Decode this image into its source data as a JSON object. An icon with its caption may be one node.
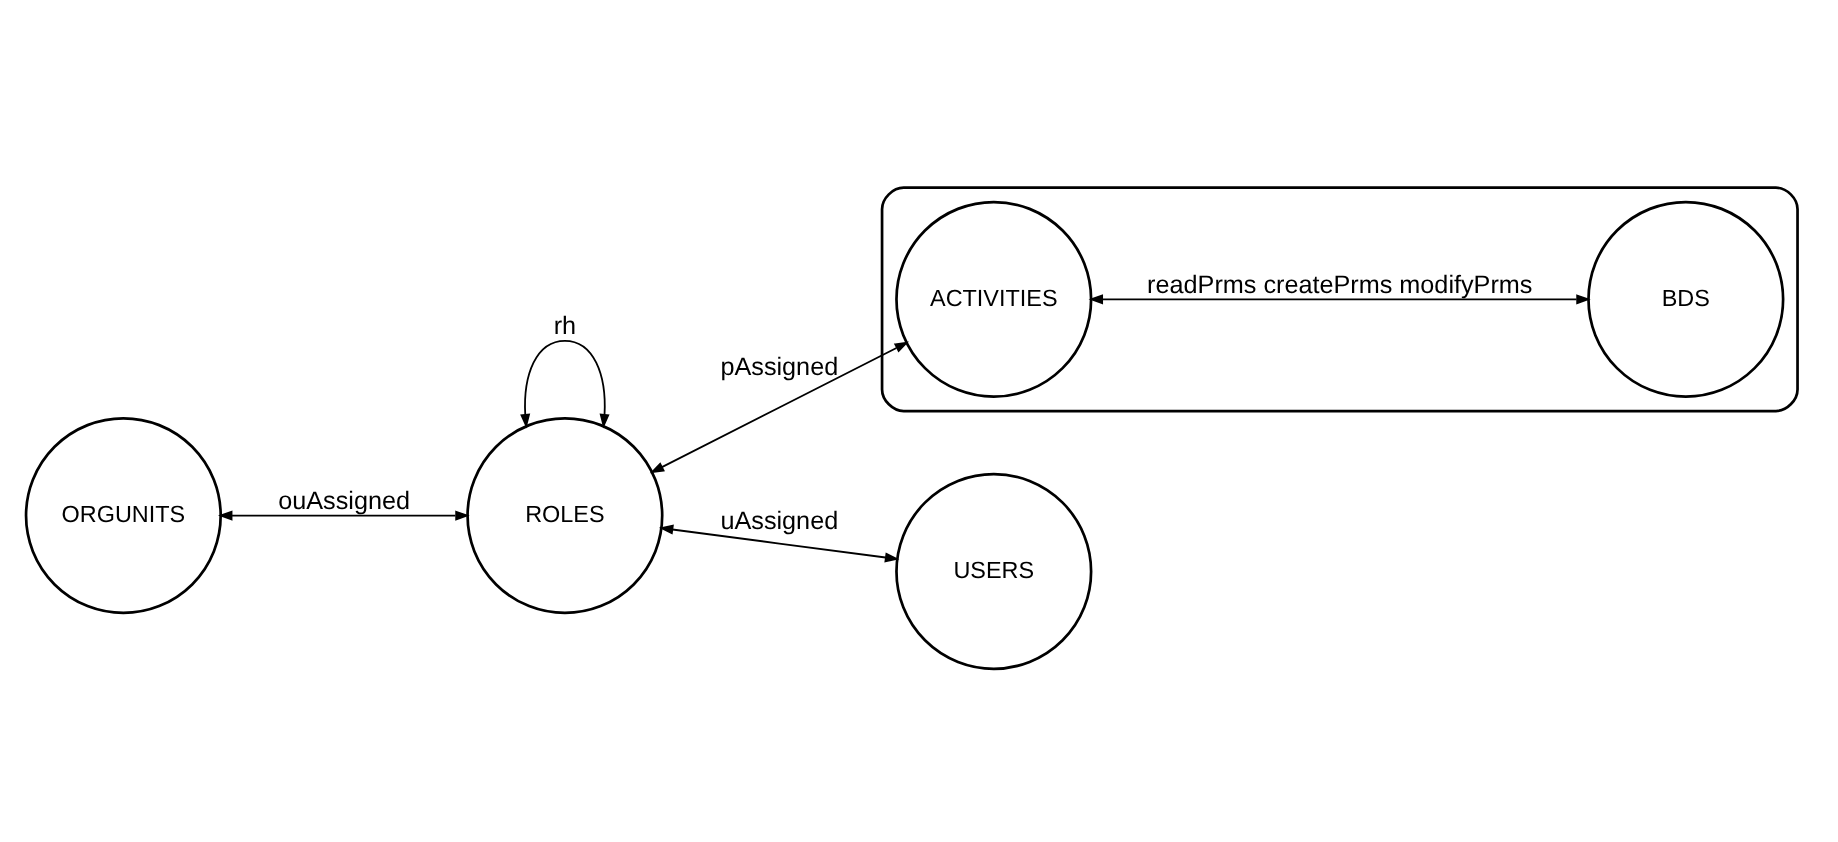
{
  "diagram": {
    "nodes": [
      {
        "text": [
          "ORGUNITS"
        ]
      },
      {
        "text": [
          "ROLES"
        ]
      },
      {
        "text": [],
        "shape": "ellipse"
      },
      {
        "text": [
          "ACTIVITIES"
        ],
        "in": 2
      },
      {
        "text": [
          "BDS"
        ],
        "in": 2
      },
      {
        "text": [
          "USERS"
        ]
      }
    ],
    "edges": [
      {
        "from": 1,
        "to": 1,
        "arrow": "both",
        "label": "rh"
      },
      {
        "from": 0,
        "to": 1,
        "arrow": "both",
        "label": "ouAssigned"
      },
      {
        "from": 1,
        "to": 3,
        "arrow": "both",
        "label": "pAssigned"
      },
      {
        "from": 1,
        "to": 5,
        "arrow": "both",
        "label": "uAssigned"
      },
      {
        "from": 3,
        "to": 4,
        "arrow": "both",
        "label": "readPrms createPrms modifyPrms"
      }
    ]
  }
}
